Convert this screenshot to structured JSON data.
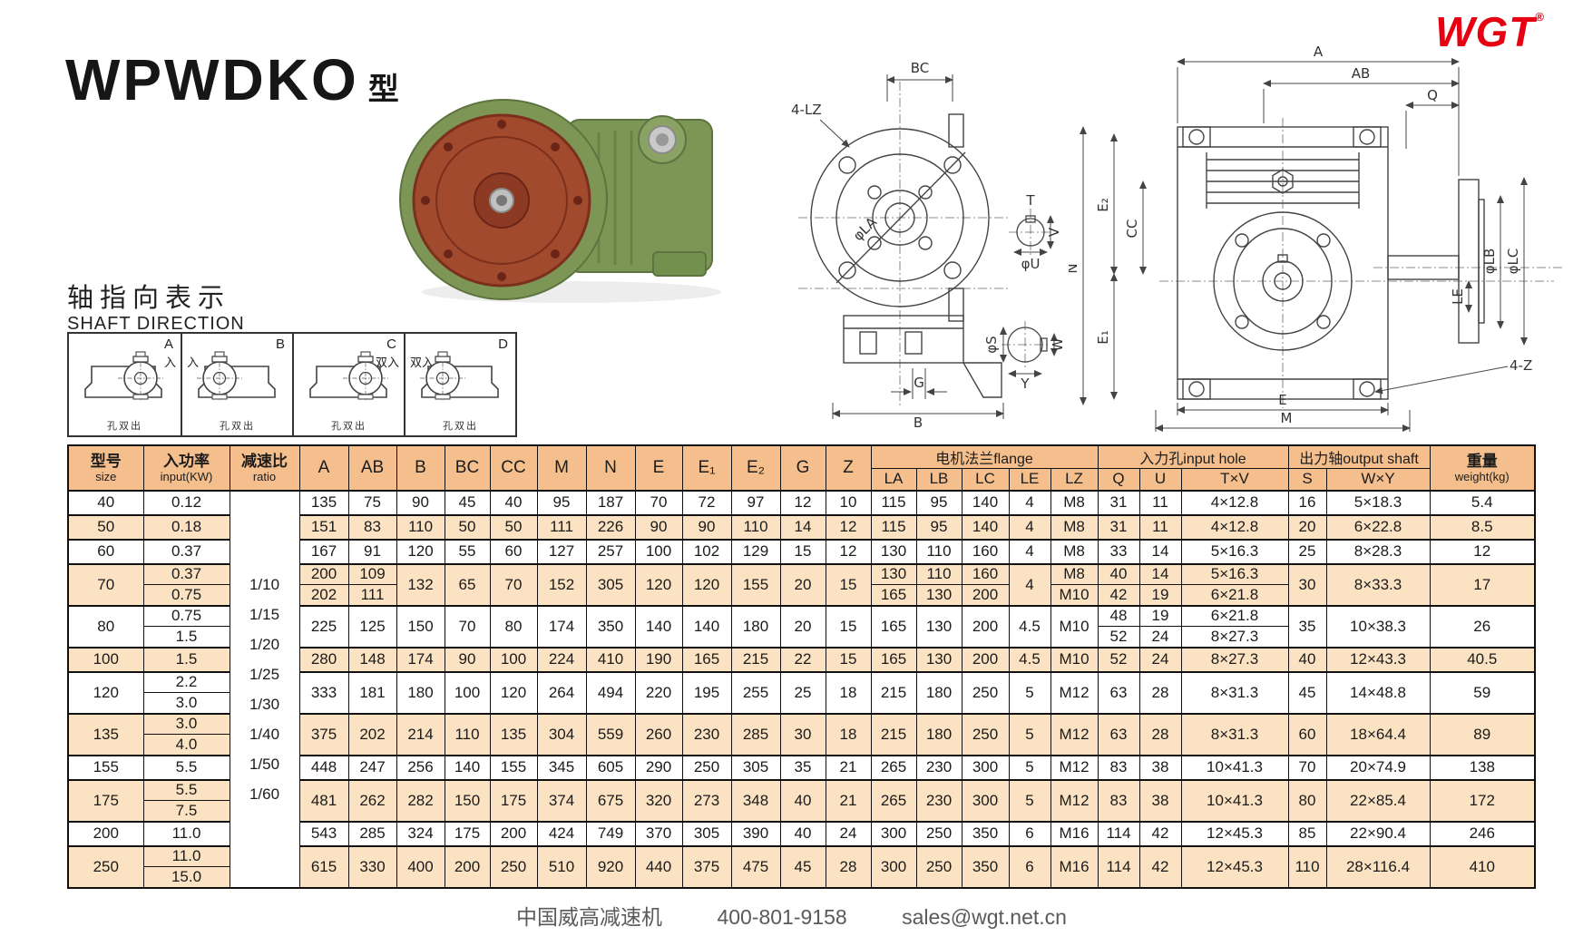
{
  "page": {
    "title": "WPWDKO",
    "title_suffix": "型",
    "footer": {
      "company": "中国威高减速机",
      "phone": "400-801-9158",
      "email": "sales@wgt.net.cn"
    }
  },
  "logo": {
    "text": "WGT",
    "registered": "®",
    "color": "#e60012"
  },
  "shaft_direction": {
    "heading_cn": "轴指向表示",
    "heading_en": "SHAFT DIRECTION",
    "cells": [
      {
        "label": "A",
        "mark": "入",
        "side": "right",
        "caption": "孔双出"
      },
      {
        "label": "B",
        "mark": "入",
        "side": "left",
        "caption": "孔双出"
      },
      {
        "label": "C",
        "mark": "双入",
        "side": "right",
        "caption": "孔双出"
      },
      {
        "label": "D",
        "mark": "双入",
        "side": "left",
        "caption": "孔双出"
      }
    ]
  },
  "drawings": {
    "front": {
      "bc": "BC",
      "lz": "4-LZ",
      "la": "φLA",
      "g": "G",
      "b": "B",
      "t": "T",
      "v": "V",
      "u": "φU",
      "s": "φS",
      "w": "W",
      "y": "Y"
    },
    "side": {
      "a": "A",
      "ab": "AB",
      "q": "Q",
      "n": "N",
      "e2": "E₂",
      "cc": "CC",
      "e1": "E₁",
      "lb": "φLB",
      "lc": "φLC",
      "le": "LE",
      "z4": "4-Z",
      "e": "E",
      "m": "M"
    }
  },
  "table": {
    "header": {
      "size": {
        "cn": "型号",
        "en": "size"
      },
      "input": {
        "cn": "入功率",
        "en": "input(KW)"
      },
      "ratio": {
        "cn": "减速比",
        "en": "ratio"
      },
      "dims": [
        "A",
        "AB",
        "B",
        "BC",
        "CC",
        "M",
        "N",
        "E",
        "E₁",
        "E₂",
        "G",
        "Z"
      ],
      "flange": {
        "group": "电机法兰flange",
        "cols": [
          "LA",
          "LB",
          "LC",
          "LE",
          "LZ"
        ]
      },
      "input_hole": {
        "group": "入力孔input hole",
        "cols": [
          "Q",
          "U",
          "T×V"
        ]
      },
      "output_shaft": {
        "group": "出力轴output shaft",
        "cols": [
          "S",
          "W×Y"
        ]
      },
      "weight": {
        "cn": "重量",
        "en": "weight(kg)"
      }
    },
    "ratios": [
      "1/10",
      "1/15",
      "1/20",
      "1/25",
      "1/30",
      "1/40",
      "1/50",
      "1/60"
    ],
    "rows": [
      {
        "size": "40",
        "split": false,
        "cells": [
          "0.12",
          "135",
          "75",
          "90",
          "45",
          "40",
          "95",
          "187",
          "70",
          "72",
          "97",
          "12",
          "10",
          "115",
          "95",
          "140",
          "4",
          "M8",
          "31",
          "11",
          "4×12.8",
          "16",
          "5×18.3",
          "5.4"
        ]
      },
      {
        "size": "50",
        "split": false,
        "cells": [
          "0.18",
          "151",
          "83",
          "110",
          "50",
          "50",
          "111",
          "226",
          "90",
          "90",
          "110",
          "14",
          "12",
          "115",
          "95",
          "140",
          "4",
          "M8",
          "31",
          "11",
          "4×12.8",
          "20",
          "6×22.8",
          "8.5"
        ]
      },
      {
        "size": "60",
        "split": false,
        "cells": [
          "0.37",
          "167",
          "91",
          "120",
          "55",
          "60",
          "127",
          "257",
          "100",
          "102",
          "129",
          "15",
          "12",
          "130",
          "110",
          "160",
          "4",
          "M8",
          "33",
          "14",
          "5×16.3",
          "25",
          "8×28.3",
          "12"
        ]
      },
      {
        "size": "70",
        "split": true,
        "cells": [
          [
            "0.37",
            "0.75"
          ],
          [
            "200",
            "202"
          ],
          [
            "109",
            "111"
          ],
          "132",
          "65",
          "70",
          "152",
          "305",
          "120",
          "120",
          "155",
          "20",
          "15",
          [
            "130",
            "165"
          ],
          [
            "110",
            "130"
          ],
          [
            "160",
            "200"
          ],
          "4",
          [
            "M8",
            "M10"
          ],
          [
            "40",
            "42"
          ],
          [
            "14",
            "19"
          ],
          [
            "5×16.3",
            "6×21.8"
          ],
          "30",
          "8×33.3",
          "17"
        ]
      },
      {
        "size": "80",
        "split": true,
        "cells": [
          [
            "0.75",
            "1.5"
          ],
          "225",
          "125",
          "150",
          "70",
          "80",
          "174",
          "350",
          "140",
          "140",
          "180",
          "20",
          "15",
          "165",
          "130",
          "200",
          "4.5",
          "M10",
          [
            "48",
            "52"
          ],
          [
            "19",
            "24"
          ],
          [
            "6×21.8",
            "8×27.3"
          ],
          "35",
          "10×38.3",
          "26"
        ]
      },
      {
        "size": "100",
        "split": false,
        "cells": [
          "1.5",
          "280",
          "148",
          "174",
          "90",
          "100",
          "224",
          "410",
          "190",
          "165",
          "215",
          "22",
          "15",
          "165",
          "130",
          "200",
          "4.5",
          "M10",
          "52",
          "24",
          "8×27.3",
          "40",
          "12×43.3",
          "40.5"
        ]
      },
      {
        "size": "120",
        "split": true,
        "cells": [
          [
            "2.2",
            "3.0"
          ],
          "333",
          "181",
          "180",
          "100",
          "120",
          "264",
          "494",
          "220",
          "195",
          "255",
          "25",
          "18",
          "215",
          "180",
          "250",
          "5",
          "M12",
          "63",
          "28",
          "8×31.3",
          "45",
          "14×48.8",
          "59"
        ]
      },
      {
        "size": "135",
        "split": true,
        "cells": [
          [
            "3.0",
            "4.0"
          ],
          "375",
          "202",
          "214",
          "110",
          "135",
          "304",
          "559",
          "260",
          "230",
          "285",
          "30",
          "18",
          "215",
          "180",
          "250",
          "5",
          "M12",
          "63",
          "28",
          "8×31.3",
          "60",
          "18×64.4",
          "89"
        ]
      },
      {
        "size": "155",
        "split": false,
        "cells": [
          "5.5",
          "448",
          "247",
          "256",
          "140",
          "155",
          "345",
          "605",
          "290",
          "250",
          "305",
          "35",
          "21",
          "265",
          "230",
          "300",
          "5",
          "M12",
          "83",
          "38",
          "10×41.3",
          "70",
          "20×74.9",
          "138"
        ]
      },
      {
        "size": "175",
        "split": true,
        "cells": [
          [
            "5.5",
            "7.5"
          ],
          "481",
          "262",
          "282",
          "150",
          "175",
          "374",
          "675",
          "320",
          "273",
          "348",
          "40",
          "21",
          "265",
          "230",
          "300",
          "5",
          "M12",
          "83",
          "38",
          "10×41.3",
          "80",
          "22×85.4",
          "172"
        ]
      },
      {
        "size": "200",
        "split": false,
        "cells": [
          "11.0",
          "543",
          "285",
          "324",
          "175",
          "200",
          "424",
          "749",
          "370",
          "305",
          "390",
          "40",
          "24",
          "300",
          "250",
          "350",
          "6",
          "M16",
          "114",
          "42",
          "12×45.3",
          "85",
          "22×90.4",
          "246"
        ]
      },
      {
        "size": "250",
        "split": true,
        "cells": [
          [
            "11.0",
            "15.0"
          ],
          "615",
          "330",
          "400",
          "200",
          "250",
          "510",
          "920",
          "440",
          "375",
          "475",
          "45",
          "28",
          "300",
          "250",
          "350",
          "6",
          "M16",
          "114",
          "42",
          "12×45.3",
          "110",
          "28×116.4",
          "410"
        ]
      }
    ]
  }
}
